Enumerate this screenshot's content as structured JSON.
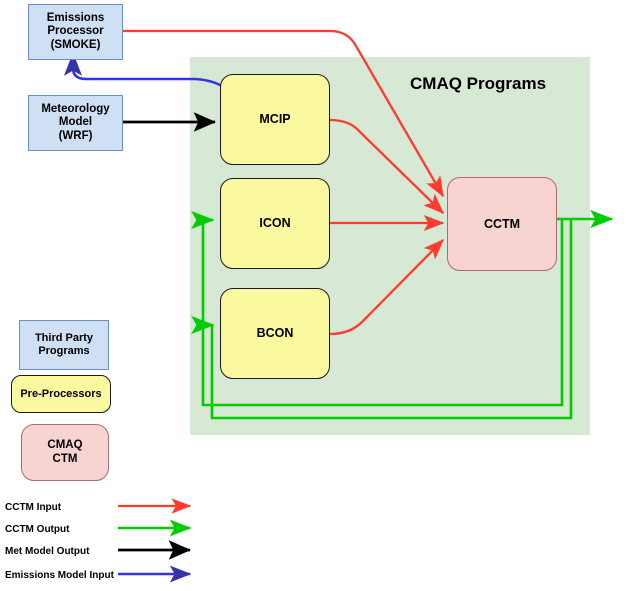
{
  "diagram": {
    "title": "CMAQ Programs",
    "background_color": "#ffffff",
    "group_fill": "#d7e8d4"
  },
  "colors": {
    "cctm_input": "#ff3b30",
    "cctm_output": "#00cc00",
    "met_model_output": "#000000",
    "emissions_model_input": "#3333ee",
    "third_party_fill": "#cfe0f5",
    "third_party_stroke": "#6a8fc0",
    "preprocessor_fill": "#fbf9a0",
    "preprocessor_stroke": "#1a1a1a",
    "cmaq_ctm_fill": "#f7d3d2",
    "cmaq_ctm_stroke": "#b06a6a"
  },
  "external_nodes": [
    {
      "id": "smoke",
      "label": "Emissions\nProcessor\n(SMOKE)",
      "type": "third-party"
    },
    {
      "id": "wrf",
      "label": "Meteorology\nModel\n(WRF)",
      "type": "third-party"
    }
  ],
  "group_nodes": [
    {
      "id": "mcip",
      "label": "MCIP",
      "type": "pre-processor"
    },
    {
      "id": "icon",
      "label": "ICON",
      "type": "pre-processor"
    },
    {
      "id": "bcon",
      "label": "BCON",
      "type": "pre-processor"
    },
    {
      "id": "cctm",
      "label": "CCTM",
      "type": "cmaq-ctm"
    }
  ],
  "edges": [
    {
      "from": "smoke",
      "to": "cctm",
      "kind": "cctm-input"
    },
    {
      "from": "mcip",
      "to": "cctm",
      "kind": "cctm-input"
    },
    {
      "from": "icon",
      "to": "cctm",
      "kind": "cctm-input"
    },
    {
      "from": "bcon",
      "to": "cctm",
      "kind": "cctm-input"
    },
    {
      "from": "wrf",
      "to": "mcip",
      "kind": "met-model-output"
    },
    {
      "from": "mcip",
      "to": "smoke",
      "kind": "emissions-model-input"
    },
    {
      "from": "cctm",
      "to": "icon",
      "kind": "cctm-output"
    },
    {
      "from": "cctm",
      "to": "bcon",
      "kind": "cctm-output"
    },
    {
      "from": "cctm",
      "to": "external",
      "kind": "cctm-output"
    }
  ],
  "legend": {
    "shapes": [
      {
        "id": "third-party",
        "label": "Third Party\nPrograms"
      },
      {
        "id": "pre-processors",
        "label": "Pre-Processors"
      },
      {
        "id": "cmaq-ctm",
        "label": "CMAQ\nCTM"
      }
    ],
    "lines": [
      {
        "id": "cctm-input",
        "label": "CCTM Input",
        "color": "#ff3b30"
      },
      {
        "id": "cctm-output",
        "label": "CCTM Output",
        "color": "#00cc00"
      },
      {
        "id": "met-model-output",
        "label": "Met Model Output",
        "color": "#000000"
      },
      {
        "id": "emissions-model-input",
        "label": "Emissions Model Input",
        "color": "#3333ee"
      }
    ]
  }
}
